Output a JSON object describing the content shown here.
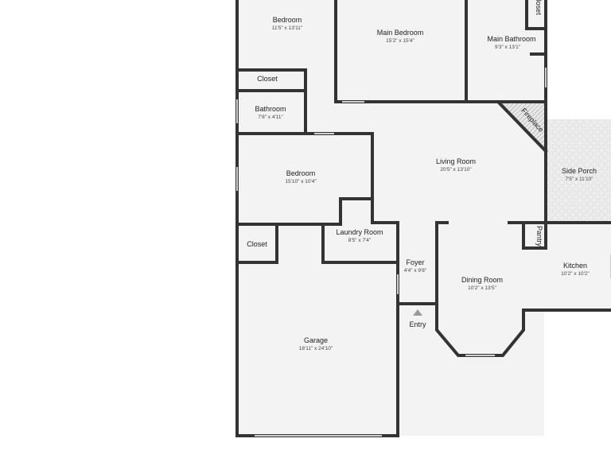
{
  "floor_plan": {
    "rooms": [
      {
        "id": "bedroom-1",
        "name": "Bedroom",
        "dims": "11'5\" x 13'11\""
      },
      {
        "id": "main-bedroom",
        "name": "Main Bedroom",
        "dims": "15'2\" x 15'4\""
      },
      {
        "id": "main-bathroom",
        "name": "Main Bathroom",
        "dims": "9'3\" x 13'1\""
      },
      {
        "id": "closet-main",
        "name": "Closet",
        "dims": ""
      },
      {
        "id": "closet-1",
        "name": "Closet",
        "dims": ""
      },
      {
        "id": "bathroom",
        "name": "Bathroom",
        "dims": "7'8\" x 4'11\""
      },
      {
        "id": "fireplace",
        "name": "Fireplace",
        "dims": ""
      },
      {
        "id": "living-room",
        "name": "Living Room",
        "dims": "20'5\" x 13'10\""
      },
      {
        "id": "side-porch",
        "name": "Side Porch",
        "dims": "7'5\" x 11'10\""
      },
      {
        "id": "bedroom-2",
        "name": "Bedroom",
        "dims": "15'10\" x 10'4\""
      },
      {
        "id": "laundry-room",
        "name": "Laundry Room",
        "dims": "8'5\" x 7'4\""
      },
      {
        "id": "closet-2",
        "name": "Closet",
        "dims": ""
      },
      {
        "id": "pantry",
        "name": "Pantry",
        "dims": ""
      },
      {
        "id": "foyer",
        "name": "Foyer",
        "dims": "4'4\" x 9'8\""
      },
      {
        "id": "kitchen",
        "name": "Kitchen",
        "dims": "10'2\" x 10'2\""
      },
      {
        "id": "dining-room",
        "name": "Dining Room",
        "dims": "10'2\" x 13'5\""
      },
      {
        "id": "garage",
        "name": "Garage",
        "dims": "18'11\" x 24'10\""
      }
    ],
    "entry_label": "Entry",
    "colors": {
      "wall": "#333333",
      "floor": "#f3f3f3",
      "window": "#cfcfcf",
      "background": "#ffffff"
    }
  }
}
